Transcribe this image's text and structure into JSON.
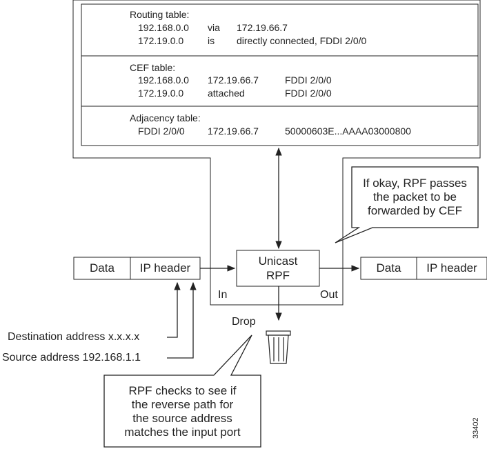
{
  "tables": {
    "routing": {
      "title": "Routing table:",
      "rows": [
        [
          "192.168.0.0",
          "via",
          "172.19.66.7"
        ],
        [
          "172.19.0.0",
          "is",
          "directly connected, FDDI 2/0/0"
        ]
      ]
    },
    "cef": {
      "title": "CEF table:",
      "rows": [
        [
          "192.168.0.0",
          "172.19.66.7",
          "FDDI 2/0/0"
        ],
        [
          "172.19.0.0",
          "attached",
          "FDDI 2/0/0"
        ]
      ]
    },
    "adjacency": {
      "title": "Adjacency table:",
      "rows": [
        [
          "FDDI 2/0/0",
          "172.19.66.7",
          "50000603E...AAAA03000800"
        ]
      ]
    }
  },
  "rpf_box": {
    "line1": "Unicast",
    "line2": "RPF"
  },
  "ports": {
    "in": "In",
    "out": "Out"
  },
  "packet_in": {
    "data": "Data",
    "header": "IP header"
  },
  "packet_out": {
    "data": "Data",
    "header": "IP header"
  },
  "drop_label": "Drop",
  "addresses": {
    "destination": "Destination address x.x.x.x",
    "source": "Source address 192.168.1.1"
  },
  "callout_pass": [
    "If okay, RPF passes",
    "the packet to be",
    "forwarded by CEF"
  ],
  "callout_check": [
    "RPF checks to see if",
    "the reverse path for",
    "the source address",
    "matches the input port"
  ],
  "figure_id": "33402"
}
